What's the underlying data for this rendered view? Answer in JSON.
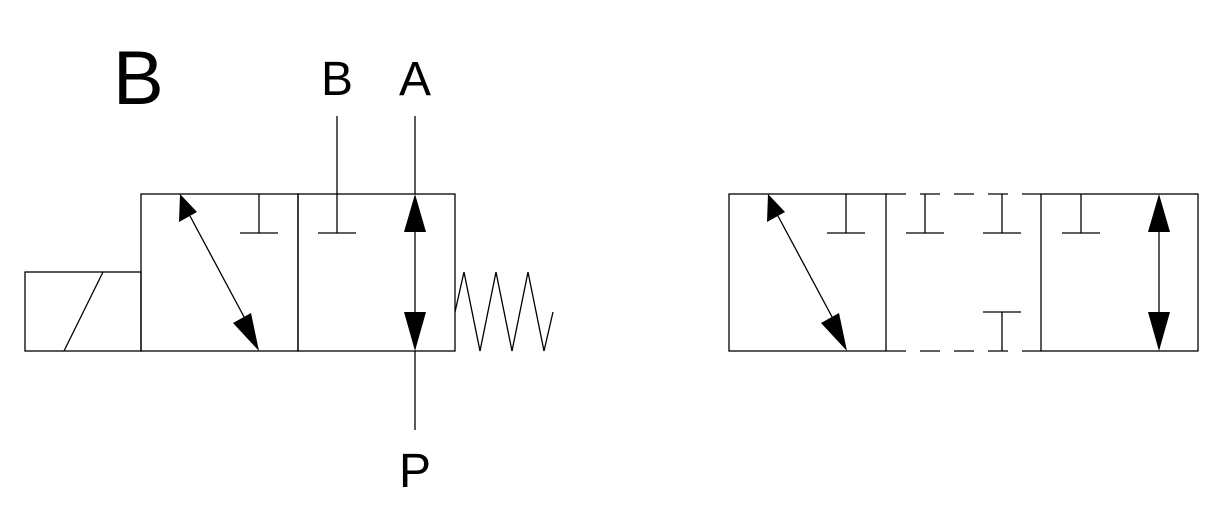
{
  "diagram": {
    "variant_label": "B",
    "ports": {
      "b": "B",
      "a": "A",
      "p": "P"
    }
  }
}
